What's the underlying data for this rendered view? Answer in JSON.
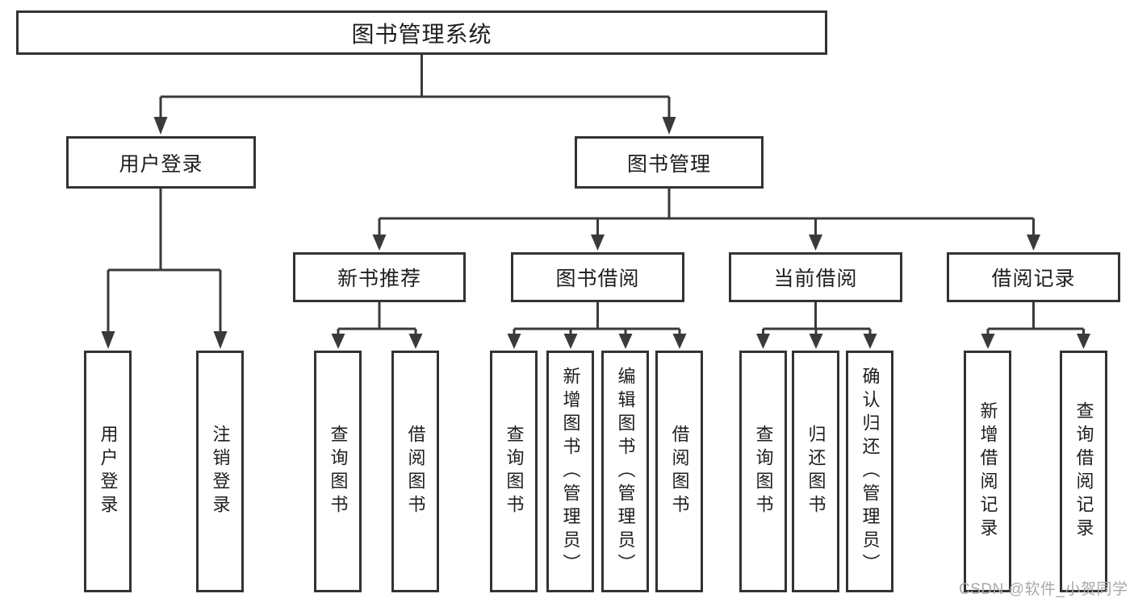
{
  "diagram": {
    "title": "图书管理系统",
    "nodes": {
      "root": "图书管理系统",
      "user_login": "用户登录",
      "book_mgmt": "图书管理",
      "new_book_rec": "新书推荐",
      "book_borrow": "图书借阅",
      "current_borrow": "当前借阅",
      "borrow_record": "借阅记录",
      "ul_user_login": "用户登录",
      "ul_logout": "注销登录",
      "nb_query_book": "查询图书",
      "nb_borrow_book": "借阅图书",
      "bb_query_book": "查询图书",
      "bb_add_book": "新增图书（管理员）",
      "bb_edit_book": "编辑图书（管理员）",
      "bb_borrow_book": "借阅图书",
      "cb_query_book": "查询图书",
      "cb_return_book": "归还图书",
      "cb_confirm_return": "确认归还（管理员）",
      "br_add_record": "新增借阅记录",
      "br_query_record": "查询借阅记录"
    },
    "hierarchy": {
      "图书管理系统": {
        "用户登录": [
          "用户登录",
          "注销登录"
        ],
        "图书管理": {
          "新书推荐": [
            "查询图书",
            "借阅图书"
          ],
          "图书借阅": [
            "查询图书",
            "新增图书（管理员）",
            "编辑图书（管理员）",
            "借阅图书"
          ],
          "当前借阅": [
            "查询图书",
            "归还图书",
            "确认归还（管理员）"
          ],
          "借阅记录": [
            "新增借阅记录",
            "查询借阅记录"
          ]
        }
      }
    }
  },
  "watermark": {
    "text": "CSDN @软件_小贺同学"
  },
  "colors": {
    "line": "#3a3a3a",
    "box_border": "#333333",
    "text": "#1e1e1e",
    "watermark": "#a8a8a8",
    "background": "#ffffff"
  }
}
